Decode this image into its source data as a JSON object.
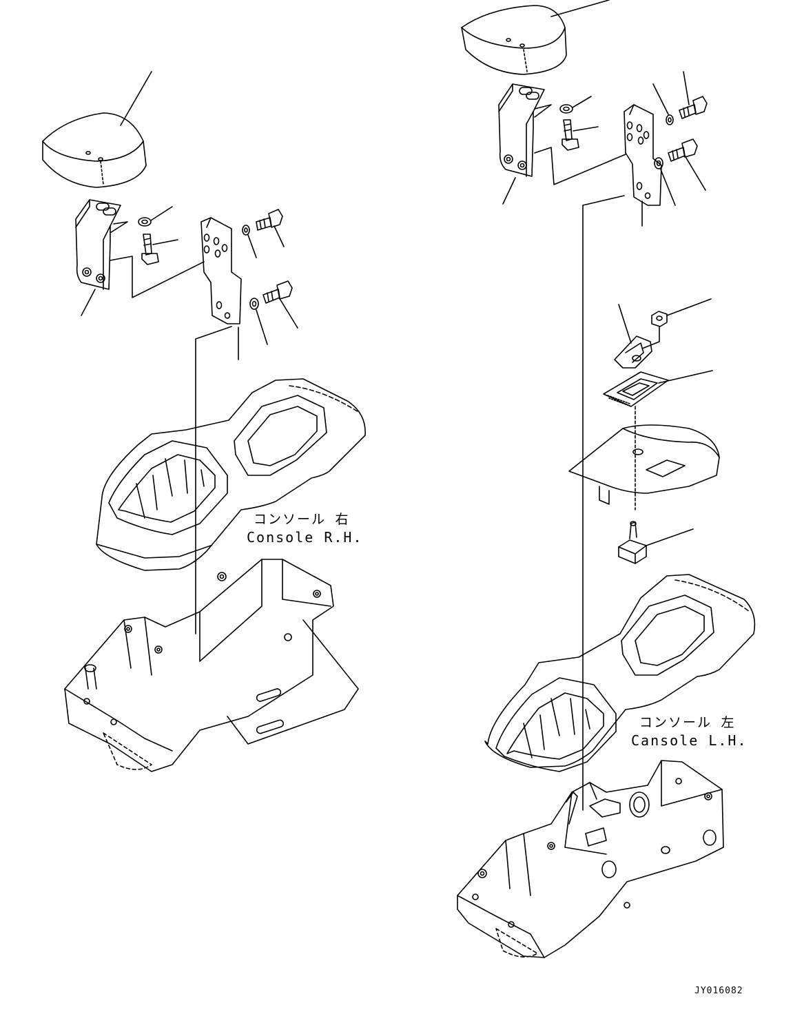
{
  "drawing": {
    "right_console": {
      "name_jp": "コンソール 右",
      "name_en": "Console R.H."
    },
    "left_console": {
      "name_jp": "コンソール 左",
      "name_en": "Cansole L.H."
    },
    "drawing_code": "JY016082"
  },
  "colors": {
    "line": "#000000",
    "background": "#ffffff"
  }
}
